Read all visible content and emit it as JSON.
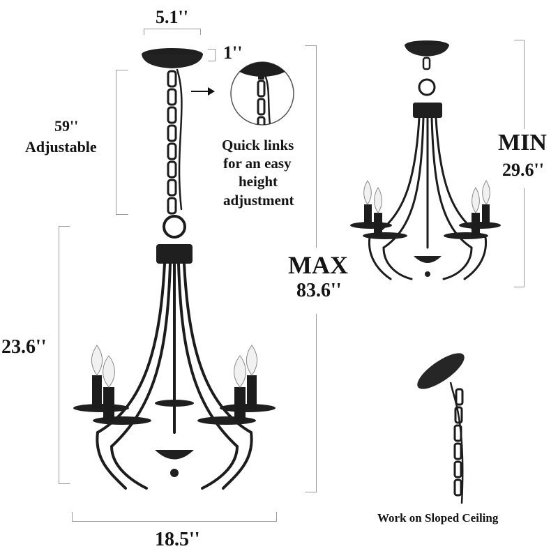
{
  "dimensions": {
    "canopy_width": "5.1''",
    "canopy_height": "1''",
    "chain_length": "59''",
    "chain_note": "Adjustable",
    "body_height": "23.6''",
    "body_width": "18.5''",
    "max_label": "MAX",
    "max_value": "83.6''",
    "min_label": "MIN",
    "min_value": "29.6''"
  },
  "callouts": {
    "quick_links_line1": "Quick links",
    "quick_links_line2": "for an easy",
    "quick_links_line3": "height",
    "quick_links_line4": "adjustment",
    "sloped_ceiling": "Work on Sloped Ceiling"
  },
  "colors": {
    "metal": "#1c1c1c",
    "dimension_line": "#9a9a9a",
    "text": "#141414",
    "background": "#ffffff"
  }
}
